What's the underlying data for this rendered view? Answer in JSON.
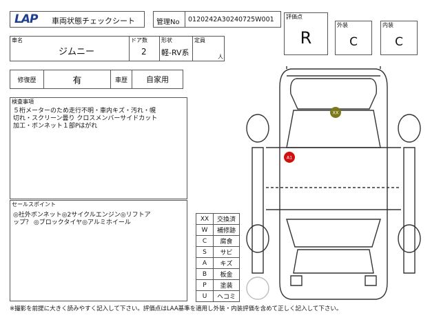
{
  "header": {
    "logo": "LAP",
    "title": "車両状態チェックシート",
    "mgmt_label": "管理No",
    "mgmt_value": "0120242A30240725W001"
  },
  "grades": {
    "score_label": "評価点",
    "score_value": "R",
    "exterior_label": "外装",
    "exterior_value": "C",
    "interior_label": "内装",
    "interior_value": "C"
  },
  "vehicle": {
    "name_label": "車名",
    "name_value": "ジムニー",
    "doors_label": "ドア数",
    "doors_value": "2",
    "shape_label": "形状",
    "shape_value": "軽-RV系",
    "capacity_label": "定員",
    "capacity_unit": "人"
  },
  "history": {
    "repair_label": "修復歴",
    "repair_value": "有",
    "usage_label": "車歴",
    "usage_value": "自家用"
  },
  "inspection": {
    "label": "検査事項",
    "text": "５桁メーターのため走行不明・車内キズ・汚れ・幌\n切れ・スクリーン曇り クロスメンバーサイドカット\n加工・ボンネット１部Pはがれ"
  },
  "sales": {
    "label": "セールスポイント",
    "text": "◎社外ボンネット◎2サイクルエンジン◎リフトア\nップ？ ◎ブロックタイヤ◎アルミホイール"
  },
  "legend": [
    {
      "code": "XX",
      "meaning": "交換済"
    },
    {
      "code": "W",
      "meaning": "補修跡"
    },
    {
      "code": "C",
      "meaning": "腐食"
    },
    {
      "code": "S",
      "meaning": "サビ"
    },
    {
      "code": "A",
      "meaning": "キズ"
    },
    {
      "code": "B",
      "meaning": "板金"
    },
    {
      "code": "P",
      "meaning": "塗装"
    },
    {
      "code": "U",
      "meaning": "ヘコミ"
    }
  ],
  "diagram_marks": [
    {
      "label": "XX",
      "color": "#7a7a1a"
    },
    {
      "label": "A1",
      "color": "#d01010"
    }
  ],
  "footer": "※撮影を前提に大きく読みやすく記入して下さい。評価点はLAA基準を適用し外装・内装評価を含めて正しく記入して下さい。"
}
